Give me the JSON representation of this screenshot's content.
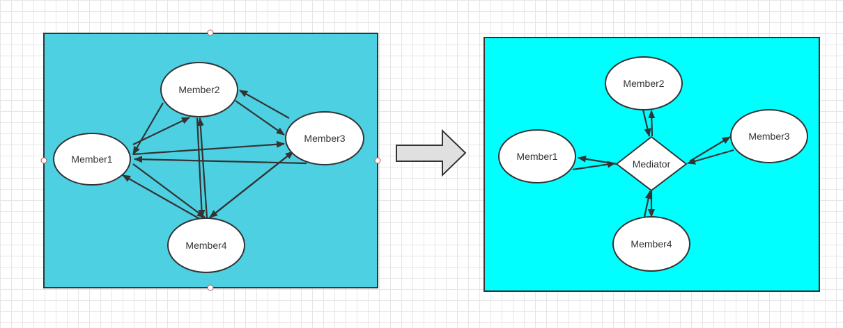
{
  "colors": {
    "left_panel_fill": "#4dd0e1",
    "right_panel_fill": "#00ffff",
    "stroke": "#333333",
    "node_fill": "#ffffff",
    "transition_arrow_fill": "#e0e0e0"
  },
  "left_diagram": {
    "members": [
      {
        "id": "m1",
        "label": "Member1"
      },
      {
        "id": "m2",
        "label": "Member2"
      },
      {
        "id": "m3",
        "label": "Member3"
      },
      {
        "id": "m4",
        "label": "Member4"
      }
    ]
  },
  "right_diagram": {
    "mediator_label": "Mediator",
    "members": [
      {
        "id": "r1",
        "label": "Member1"
      },
      {
        "id": "r2",
        "label": "Member2"
      },
      {
        "id": "r3",
        "label": "Member3"
      },
      {
        "id": "r4",
        "label": "Member4"
      }
    ]
  }
}
